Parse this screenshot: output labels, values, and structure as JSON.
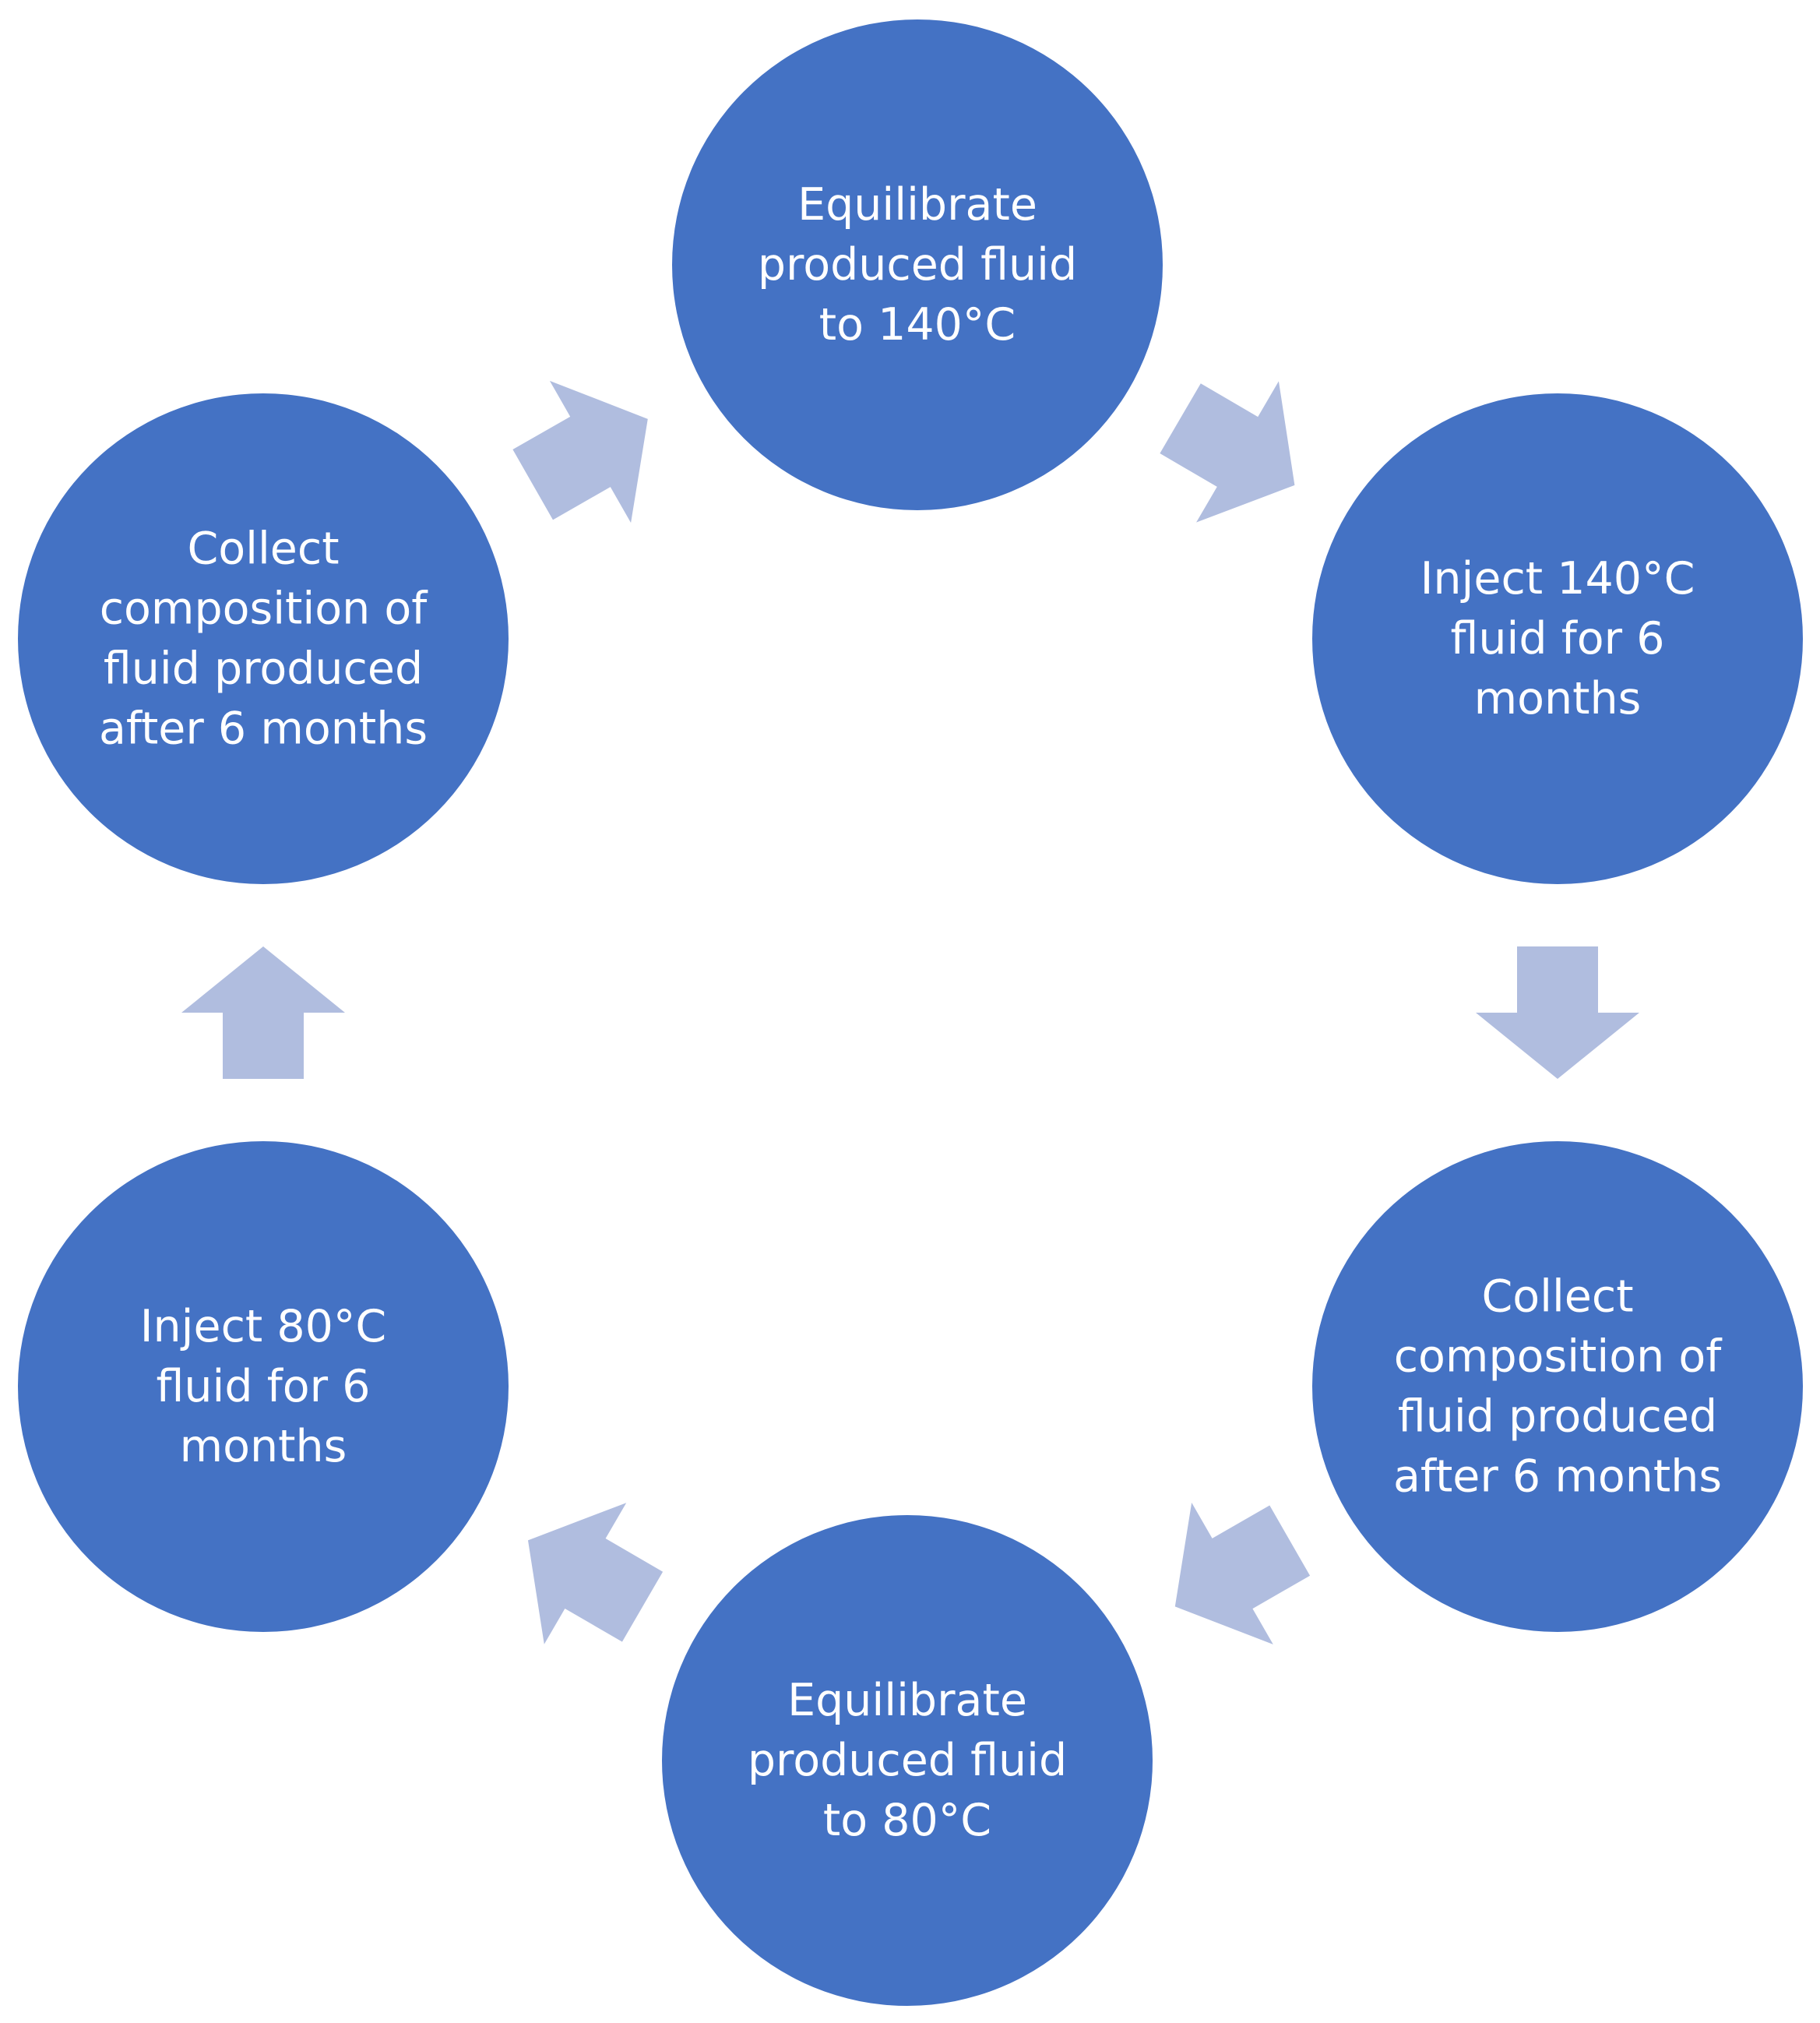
{
  "diagram": {
    "type": "cycle",
    "colors": {
      "node_fill": "#4472C4",
      "node_text": "#FFFFFF",
      "arrow_fill": "#B0BDDF",
      "background": "#FFFFFF"
    },
    "nodes": [
      {
        "id": "equilibrate-140",
        "lines": [
          "Equilibrate",
          "produced fluid",
          "to 140°C"
        ]
      },
      {
        "id": "inject-140",
        "lines": [
          "Inject 140°C",
          "fluid for 6",
          "months"
        ]
      },
      {
        "id": "collect-after-140",
        "lines": [
          "Collect",
          "composition of",
          "fluid produced",
          "after 6 months"
        ]
      },
      {
        "id": "equilibrate-80",
        "lines": [
          "Equilibrate",
          "produced fluid",
          "to 80°C"
        ]
      },
      {
        "id": "inject-80",
        "lines": [
          "Inject 80°C",
          "fluid for 6",
          "months"
        ]
      },
      {
        "id": "collect-after-80",
        "lines": [
          "Collect",
          "composition of",
          "fluid produced",
          "after 6 months"
        ]
      }
    ],
    "arrows": [
      {
        "from": "equilibrate-140",
        "to": "inject-140"
      },
      {
        "from": "inject-140",
        "to": "collect-after-140"
      },
      {
        "from": "collect-after-140",
        "to": "equilibrate-80"
      },
      {
        "from": "equilibrate-80",
        "to": "inject-80"
      },
      {
        "from": "inject-80",
        "to": "collect-after-80"
      },
      {
        "from": "collect-after-80",
        "to": "equilibrate-140"
      }
    ]
  }
}
